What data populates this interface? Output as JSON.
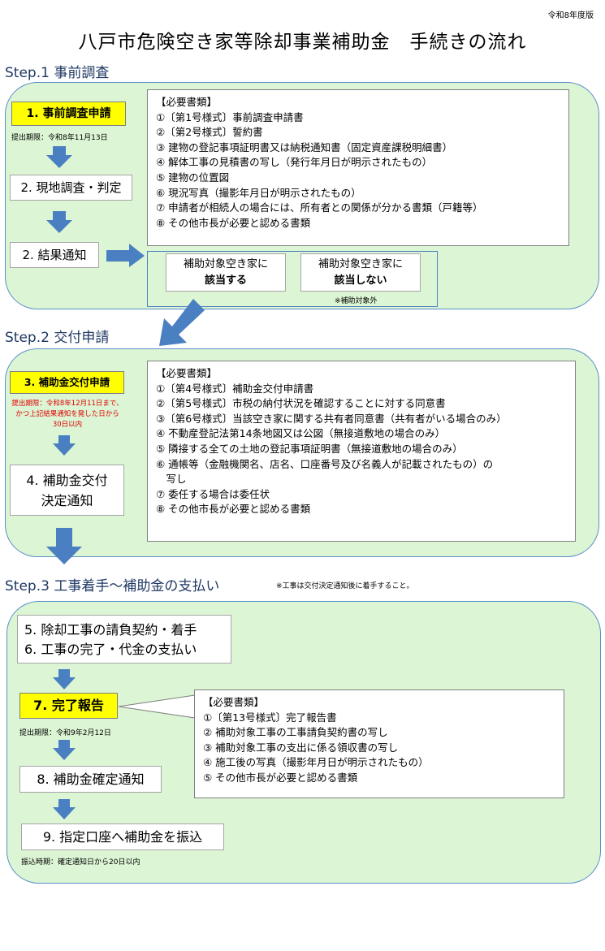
{
  "version": "令和8年度版",
  "title": "八戸市危険空き家等除却事業補助金　手続きの流れ",
  "step1": {
    "heading": "Step.1 事前調査",
    "item1": "1. 事前調査申請",
    "deadline1": "提出期限：令和8年11月13日",
    "item2": "2. 現地調査・判定",
    "item3": "2. 結果通知",
    "docs_title": "【必要書類】",
    "docs": [
      "①〔第1号様式〕事前調査申請書",
      "②〔第2号様式〕誓約書",
      "③ 建物の登記事項証明書又は納税通知書（固定資産課税明細書）",
      "④ 解体工事の見積書の写し（発行年月日が明示されたもの）",
      "⑤ 建物の位置図",
      "⑥ 現況写真（撮影年月日が明示されたもの）",
      "⑦ 申請者が相続人の場合には、所有者との関係が分かる書類（戸籍等）",
      "⑧ その他市長が必要と認める書類"
    ],
    "result_yes_line1": "補助対象空き家に",
    "result_yes_line2": "該当する",
    "result_no_line1": "補助対象空き家に",
    "result_no_line2": "該当しない",
    "result_no_note": "※補助対象外"
  },
  "step2": {
    "heading": "Step.2 交付申請",
    "item1": "3. 補助金交付申請",
    "deadline_lines": [
      "提出期限：令和8年12月11日まで、",
      "かつ上記結果通知を発した日から",
      "30日以内"
    ],
    "item2_line1": "4. 補助金交付",
    "item2_line2": "決定通知",
    "docs_title": "【必要書類】",
    "docs": [
      "①〔第4号様式〕補助金交付申請書",
      "②〔第5号様式〕市税の納付状況を確認することに対する同意書",
      "③〔第6号様式〕当該空き家に関する共有者同意書（共有者がいる場合のみ）",
      "④ 不動産登記法第14条地図又は公図（無接道敷地の場合のみ）",
      "⑤ 隣接する全ての土地の登記事項証明書（無接道敷地の場合のみ）",
      "⑥ 通帳等（金融機関名、店名、口座番号及び名義人が記載されたもの）の",
      "　写し",
      "⑦ 委任する場合は委任状",
      "⑧ その他市長が必要と認める書類"
    ]
  },
  "step3": {
    "heading": "Step.3 工事着手～補助金の支払い",
    "note": "※工事は交付決定通知後に着手すること。",
    "item5": "5. 除却工事の請負契約・着手",
    "item6": "6. 工事の完了・代金の支払い",
    "item7": "7. 完了報告",
    "deadline7": "提出期限：令和9年2月12日",
    "item8": "8. 補助金確定通知",
    "item9": "9. 指定口座へ補助金を振込",
    "deadline9": "振込時期：確定通知日から20日以内",
    "docs_title": "【必要書類】",
    "docs": [
      "①〔第13号様式〕完了報告書",
      "② 補助対象工事の工事請負契約書の写し",
      "③ 補助対象工事の支出に係る領収書の写し",
      "④ 施工後の写真（撮影年月日が明示されたもの）",
      "⑤ その他市長が必要と認める書類"
    ]
  },
  "colors": {
    "panel": "#dcf5d4",
    "arrow": "#4a7fc1",
    "highlight": "#ffff00",
    "deadline_red": "#e00000"
  }
}
